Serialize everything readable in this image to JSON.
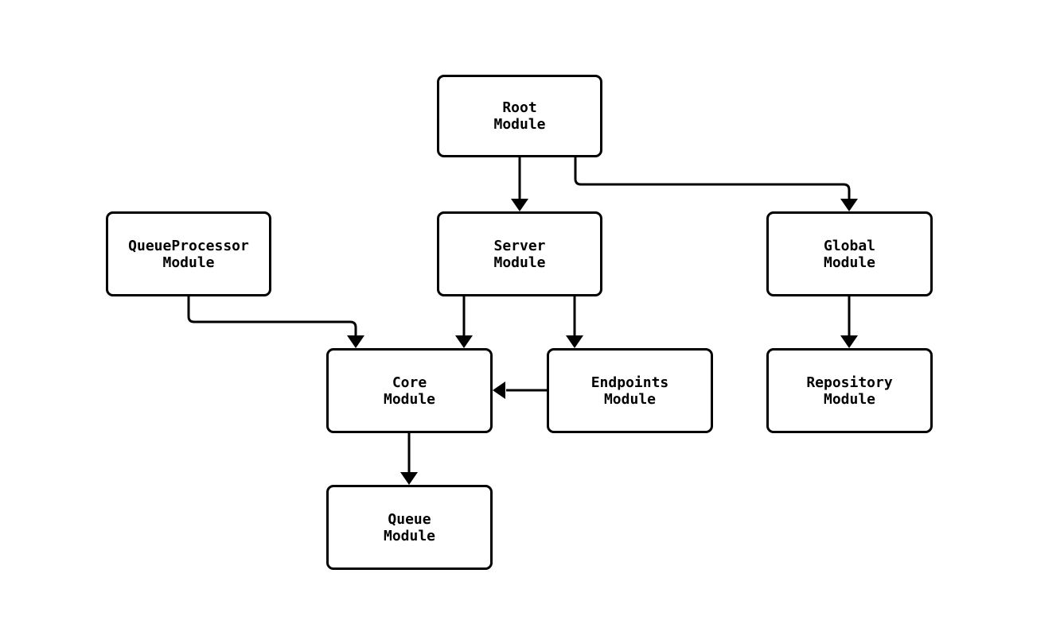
{
  "diagram": {
    "type": "module-dependency-graph",
    "background_color": "#ffffff",
    "stroke_color": "#000000",
    "node_fill_color": "#ffffff",
    "nodes": {
      "root": {
        "label": "Root\nModule"
      },
      "qproc": {
        "label": "QueueProcessor\nModule"
      },
      "server": {
        "label": "Server\nModule"
      },
      "global": {
        "label": "Global\nModule"
      },
      "core": {
        "label": "Core\nModule"
      },
      "endpoints": {
        "label": "Endpoints\nModule"
      },
      "repository": {
        "label": "Repository\nModule"
      },
      "queue": {
        "label": "Queue\nModule"
      }
    },
    "edges": [
      {
        "from": "Root Module",
        "to": "Server Module"
      },
      {
        "from": "Root Module",
        "to": "Global Module"
      },
      {
        "from": "QueueProcessor Module",
        "to": "Core Module"
      },
      {
        "from": "Server Module",
        "to": "Core Module"
      },
      {
        "from": "Server Module",
        "to": "Endpoints Module"
      },
      {
        "from": "Endpoints Module",
        "to": "Core Module"
      },
      {
        "from": "Global Module",
        "to": "Repository Module"
      },
      {
        "from": "Core Module",
        "to": "Queue Module"
      }
    ]
  }
}
